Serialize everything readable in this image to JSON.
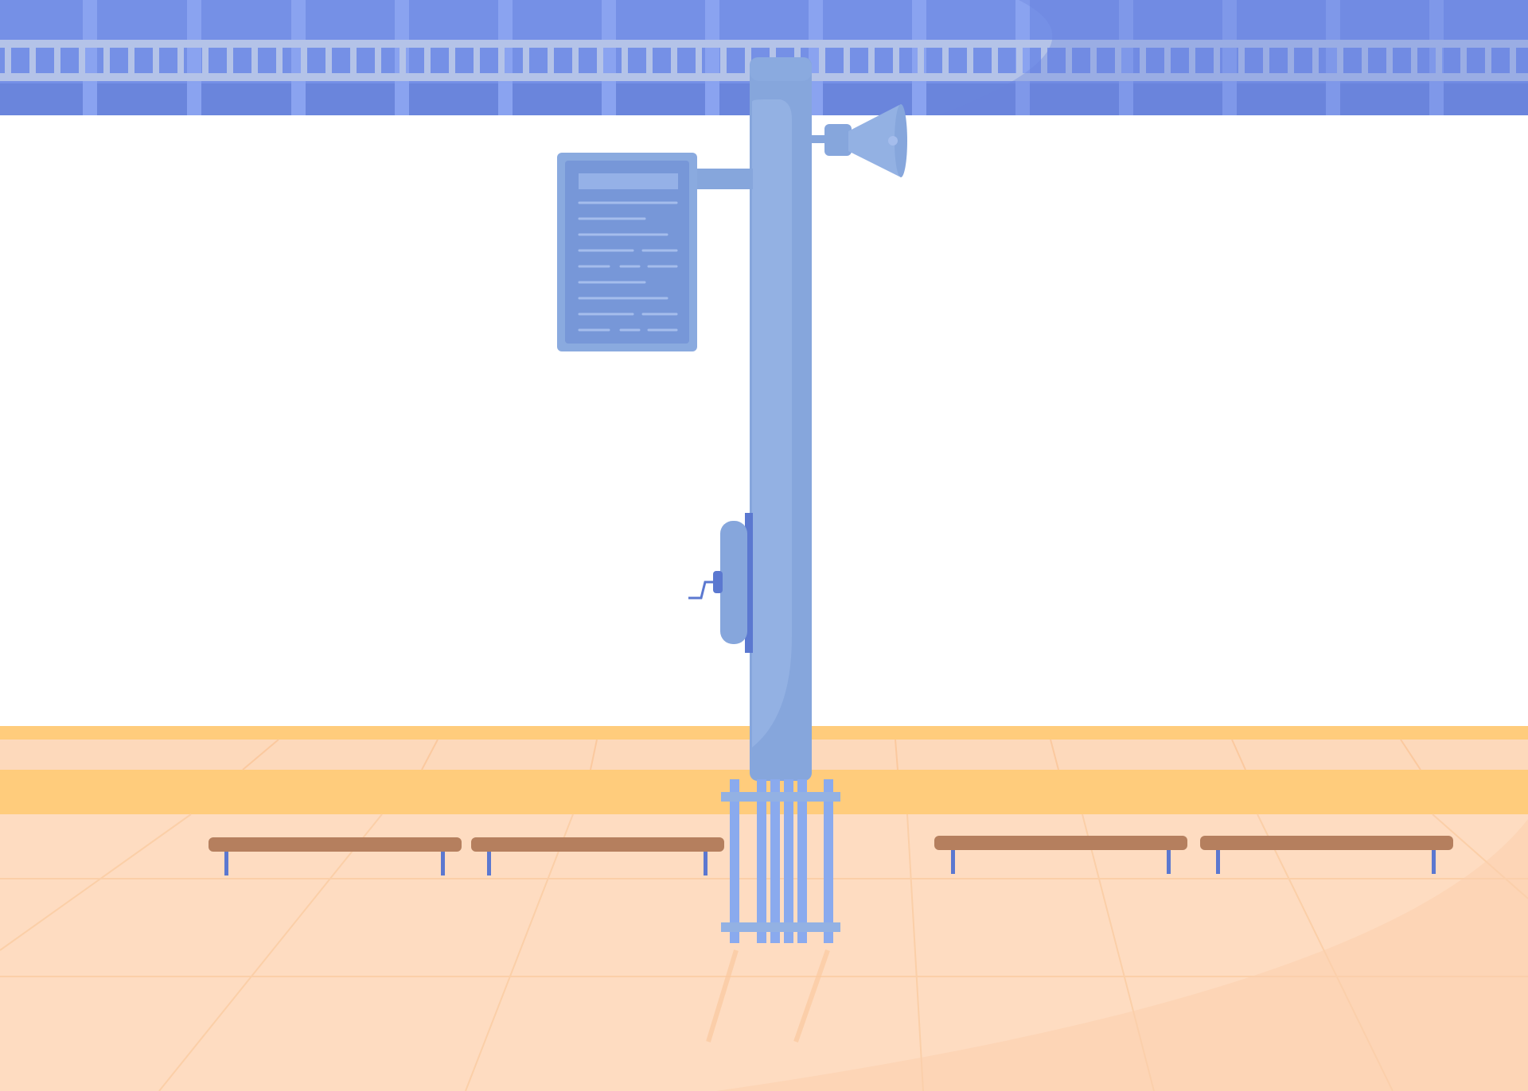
{
  "scene": {
    "description_label": "",
    "colors": {
      "beam_blue": "#7590e6",
      "beam_dark": "#6a85dc",
      "beam_light": "#8aa3f0",
      "rail_grey": "#b4c3e8",
      "pole_blue": "#86a6dc",
      "pole_light": "#93b1e3",
      "floor_peach": "#fedcc1",
      "floor_line": "#fbc99f",
      "platform_yellow": "#ffcc7c",
      "bench_wood": "#b57f5e",
      "bench_leg": "#5b78d0"
    },
    "objects": {
      "overhead_beam": "overhead-beam",
      "info_board": "timetable-board",
      "loudspeaker": "loudspeaker-icon",
      "wall_phone": "wall-phone-icon",
      "benches": [
        "bench",
        "bench",
        "bench",
        "bench"
      ],
      "pole_base_fence": "pole-base-fence"
    }
  }
}
